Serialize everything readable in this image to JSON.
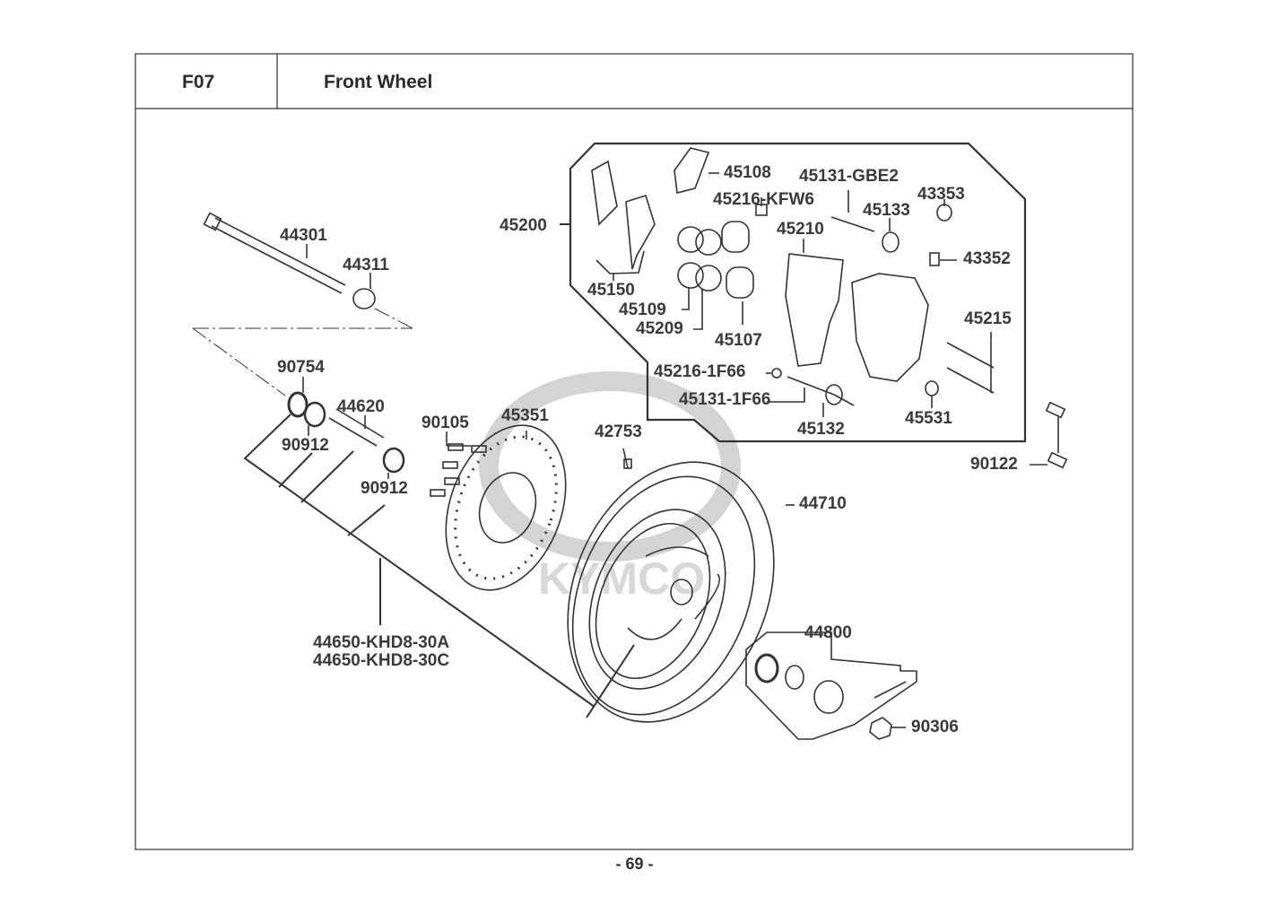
{
  "header": {
    "code": "F07",
    "title": "Front Wheel"
  },
  "watermark": {
    "logo_text": "KYMCO",
    "color": "#d4d4d4"
  },
  "parts": {
    "p44301": "44301",
    "p44311": "44311",
    "p45200": "45200",
    "p45108": "45108",
    "p45131_gbe2": "45131-GBE2",
    "p45216_kfw6": "45216-KFW6",
    "p43353": "43353",
    "p45133": "45133",
    "p45210": "45210",
    "p43352": "43352",
    "p45150": "45150",
    "p45109": "45109",
    "p45209": "45209",
    "p45107": "45107",
    "p45215": "45215",
    "p45216_1f66": "45216-1F66",
    "p45131_1f66": "45131-1F66",
    "p45132": "45132",
    "p45531": "45531",
    "p90754": "90754",
    "p44620": "44620",
    "p45351": "45351",
    "p90105": "90105",
    "p42753": "42753",
    "p90912_a": "90912",
    "p90912_b": "90912",
    "p90122": "90122",
    "p44710": "44710",
    "p44800": "44800",
    "p44650_a": "44650-KHD8-30A",
    "p44650_c": "44650-KHD8-30C",
    "p90306": "90306"
  },
  "footer": {
    "page": "- 69 -"
  }
}
